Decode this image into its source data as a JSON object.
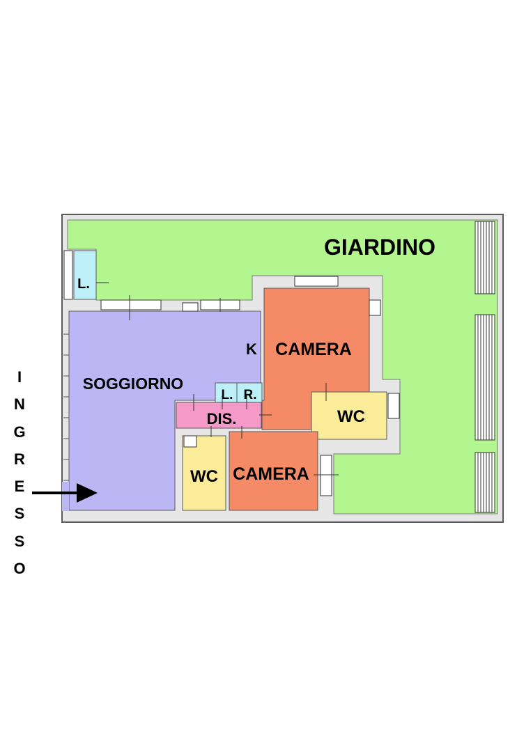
{
  "rooms": {
    "giardino": "GIARDINO",
    "lavanderia": "L.",
    "soggiorno": "SOGGIORNO",
    "cucina": "K",
    "camera_1": "CAMERA",
    "camera_2": "CAMERA",
    "wc_1": "WC",
    "wc_2": "WC",
    "disimpegno": "DIS.",
    "ripostiglio_l": "L.",
    "ripostiglio_r": "R."
  },
  "entrance": {
    "letters": [
      "I",
      "N",
      "G",
      "R",
      "E",
      "S",
      "S",
      "O"
    ]
  },
  "colors": {
    "garden": "#B3F58E",
    "living": "#BDB6F5",
    "camera": "#F58B66",
    "wc": "#FBEC9A",
    "dis": "#F59AC8",
    "closet": "#BDEFF8",
    "wall": "#E6E6E6",
    "outline": "#5A5A5A"
  },
  "icons": {
    "entrance_arrow": "arrow-right-icon",
    "vents": "radiator-grille-icon"
  }
}
